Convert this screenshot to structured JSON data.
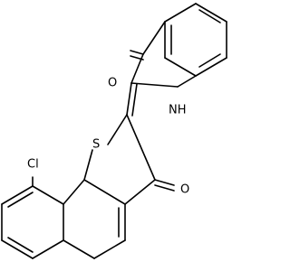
{
  "atoms": {
    "o_indole": "O",
    "nh": "NH",
    "s": "S",
    "o_thio": "O",
    "cl": "Cl"
  },
  "colors": {
    "line": "#000000",
    "text": "#000000",
    "background": "#ffffff"
  }
}
